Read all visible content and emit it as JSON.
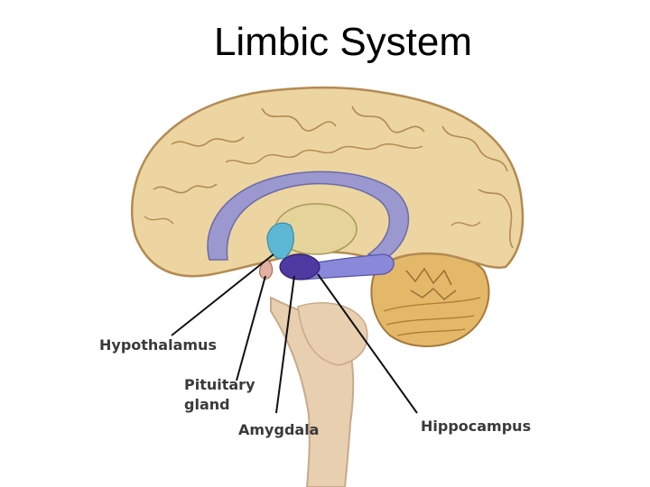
{
  "slide": {
    "title": "Limbic System"
  },
  "diagram": {
    "labels": {
      "hypothalamus": "Hypothalamus",
      "pituitary_line1": "Pituitary",
      "pituitary_line2": "gland",
      "amygdala": "Amygdala",
      "hippocampus": "Hippocampus"
    },
    "colors": {
      "cortex": "#ecd5a0",
      "cortex_outline": "#b48a52",
      "cingulate": "#9a98cf",
      "thalamus": "#e4d49a",
      "hypothalamus": "#5cb7d4",
      "amygdala": "#4e3aa0",
      "hippocampus": "#8a88d8",
      "cerebellum": "#e3b869",
      "brainstem": "#e7cfb0"
    }
  }
}
